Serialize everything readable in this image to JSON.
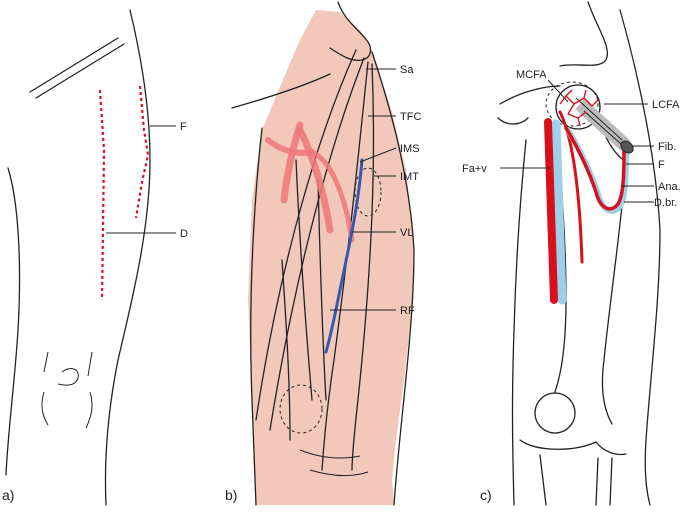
{
  "colors": {
    "skin": "#f2c8bb",
    "artery": "#d8101c",
    "artery_light": "#f0757a",
    "vein": "#3a57b0",
    "vein_light": "#9fd0ea",
    "outline": "#222222"
  },
  "panels": {
    "a": {
      "label": "a)",
      "callouts": {
        "f": "F",
        "d": "D"
      }
    },
    "b": {
      "label": "b)",
      "callouts": {
        "sa": "Sa",
        "tfc": "TFC",
        "ims": "IMS",
        "imt": "IMT",
        "vl": "VL",
        "rf": "RF"
      }
    },
    "c": {
      "label": "c)",
      "callouts": {
        "mcfa": "MCFA",
        "lcfa": "LCFA",
        "fib": "Fib.",
        "f": "F",
        "fav": "Fa+v",
        "ana": "Ana.",
        "dbr": "D.br."
      }
    }
  }
}
